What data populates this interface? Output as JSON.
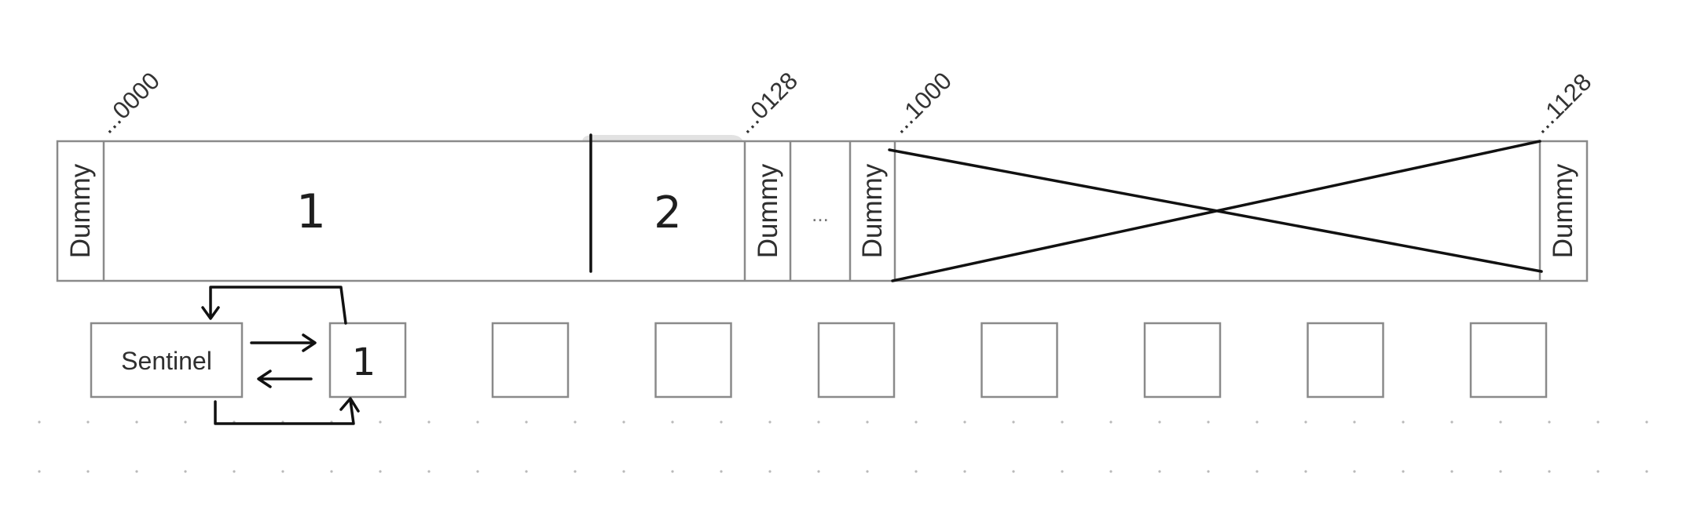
{
  "memory_strip": {
    "addresses": [
      "...0000",
      "...0128",
      "...1000",
      "...1128"
    ],
    "cells": {
      "dummy_start": "Dummy",
      "block_1": "1",
      "block_2": "2",
      "dummy_after_block_2": "Dummy",
      "ellipsis": "...",
      "dummy_before_freed": "Dummy",
      "dummy_end": "Dummy"
    },
    "freed_block_marked": true,
    "highlight_color": "#e2e2e2"
  },
  "free_list": {
    "sentinel_label": "Sentinel",
    "first_node_label": "1",
    "empty_node_count": 7
  }
}
